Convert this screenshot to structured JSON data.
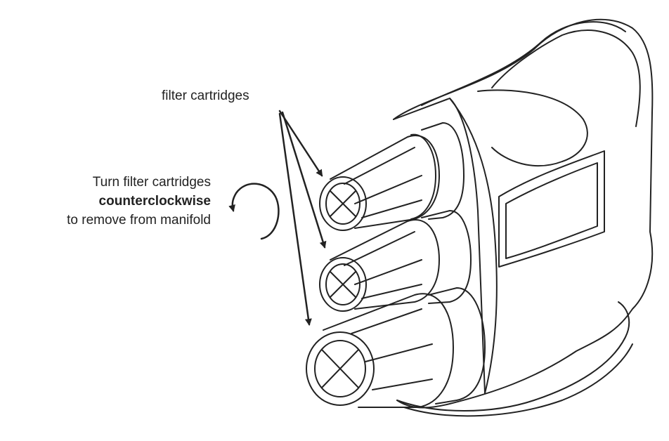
{
  "labels": {
    "filter_cartridges": "filter cartridges",
    "turn_line1": "Turn filter cartridges",
    "turn_line2": "counterclockwise",
    "turn_line3": "to remove from manifold"
  },
  "colors": {
    "line": "#222222",
    "background": "#ffffff"
  },
  "icons": {
    "rotation": "counterclockwise-arrow-icon"
  }
}
